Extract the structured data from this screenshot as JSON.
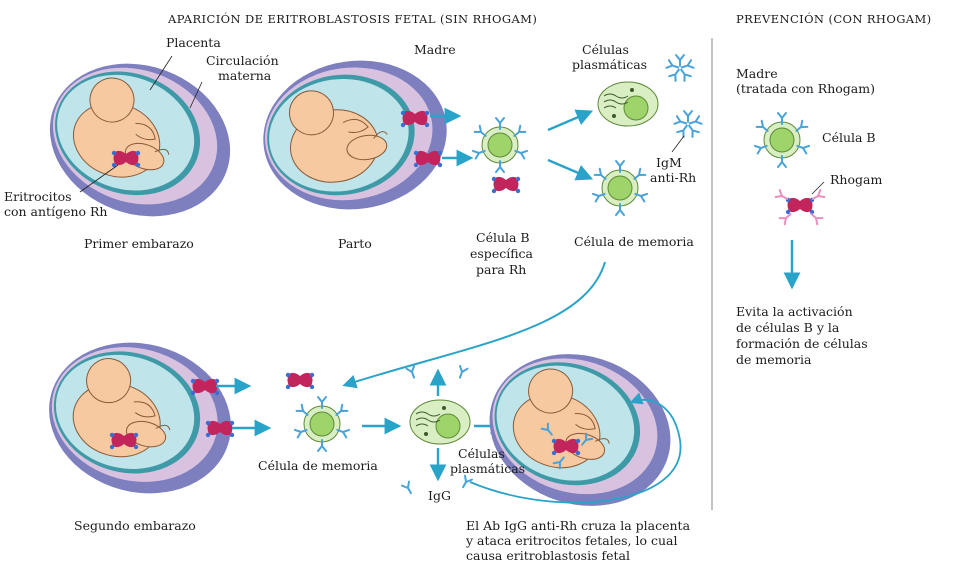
{
  "header": {
    "left_title": "APARICIÓN DE ERITROBLASTOSIS FETAL (SIN RHOGAM)",
    "right_title": "PREVENCIÓN (CON RHOGAM)"
  },
  "top_row": {
    "placenta": "Placenta",
    "maternal_circ_1": "Circulación",
    "maternal_circ_2": "materna",
    "erythro_1": "Eritrocitos",
    "erythro_2": "con antígeno Rh",
    "first_pregnancy": "Primer embarazo",
    "mother": "Madre",
    "birth": "Parto",
    "bcell_1": "Célula B",
    "bcell_2": "específica",
    "bcell_3": "para Rh",
    "plasma_1": "Células",
    "plasma_2": "plasmáticas",
    "igm_1": "IgM",
    "igm_2": "anti-Rh",
    "memory_cell": "Célula de memoria"
  },
  "bottom_row": {
    "second_pregnancy": "Segundo embarazo",
    "memory_cell": "Célula de memoria",
    "plasma_1": "Células",
    "plasma_2": "plasmáticas",
    "igg": "IgG",
    "caption_1": "El Ab IgG anti-Rh cruza la placenta",
    "caption_2": "y ataca eritrocitos fetales, lo cual",
    "caption_3": "causa eritroblastosis fetal"
  },
  "prevention": {
    "mother_1": "Madre",
    "mother_2": "(tratada con Rhogam)",
    "bcell": "Célula B",
    "rhogam": "Rhogam",
    "result_1": "Evita la activación",
    "result_2": "de células B y la",
    "result_3": "formación de células",
    "result_4": "de memoria"
  },
  "colors": {
    "arrow": "#2aa3c9",
    "placenta_outer": "#7d7fbf",
    "placenta_inner": "#d9c2e0",
    "amniotic_fluid": "#bfe4ea",
    "fetus": "#f6c9a1",
    "cell_body": "#9ed46a",
    "cell_ring": "#d9eec2",
    "erythrocyte": "#c2255c",
    "antigen": "#3a6fd1",
    "rhogam": "#e98fbf",
    "antibody": "#4aa3d8"
  }
}
